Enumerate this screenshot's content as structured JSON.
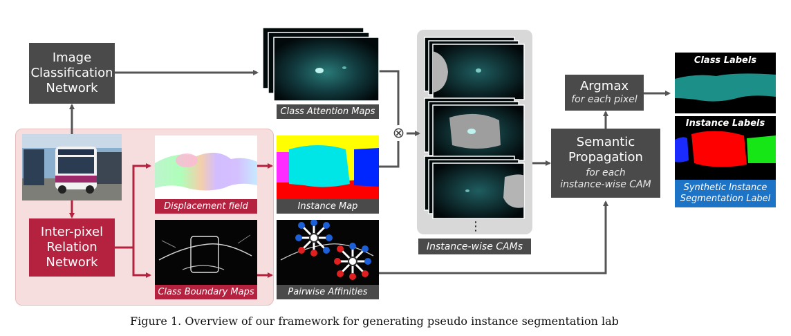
{
  "boxes": {
    "image_classification": [
      "Image",
      "Classification",
      "Network"
    ],
    "inter_pixel": [
      "Inter-pixel",
      "Relation",
      "Network"
    ],
    "argmax": {
      "title": "Argmax",
      "sub": "for each pixel"
    },
    "semantic_propagation": {
      "title": [
        "Semantic",
        "Propagation"
      ],
      "sub": [
        "for each",
        "instance-wise CAM"
      ]
    }
  },
  "captions": {
    "class_attention_maps": "Class Attention Maps",
    "displacement_field": "Displacement field",
    "instance_map": "Instance Map",
    "class_boundary_maps": "Class Boundary Maps",
    "pairwise_affinities": "Pairwise Affinities",
    "instance_wise_cams": "Instance-wise CAMs",
    "class_labels": "Class Labels",
    "instance_labels": "Instance Labels",
    "synthetic_label": [
      "Synthetic Instance",
      "Segmentation Label"
    ]
  },
  "symbols": {
    "multiply": "⊗",
    "ellipsis": "⋮"
  },
  "figure_caption": "Figure 1.  Overview of our framework for generating pseudo instance segmentation lab",
  "colors": {
    "dark_box": "#4a4a4a",
    "red_box": "#b5223f",
    "blue_label": "#1d74c6",
    "teal": "#1c8f88"
  }
}
